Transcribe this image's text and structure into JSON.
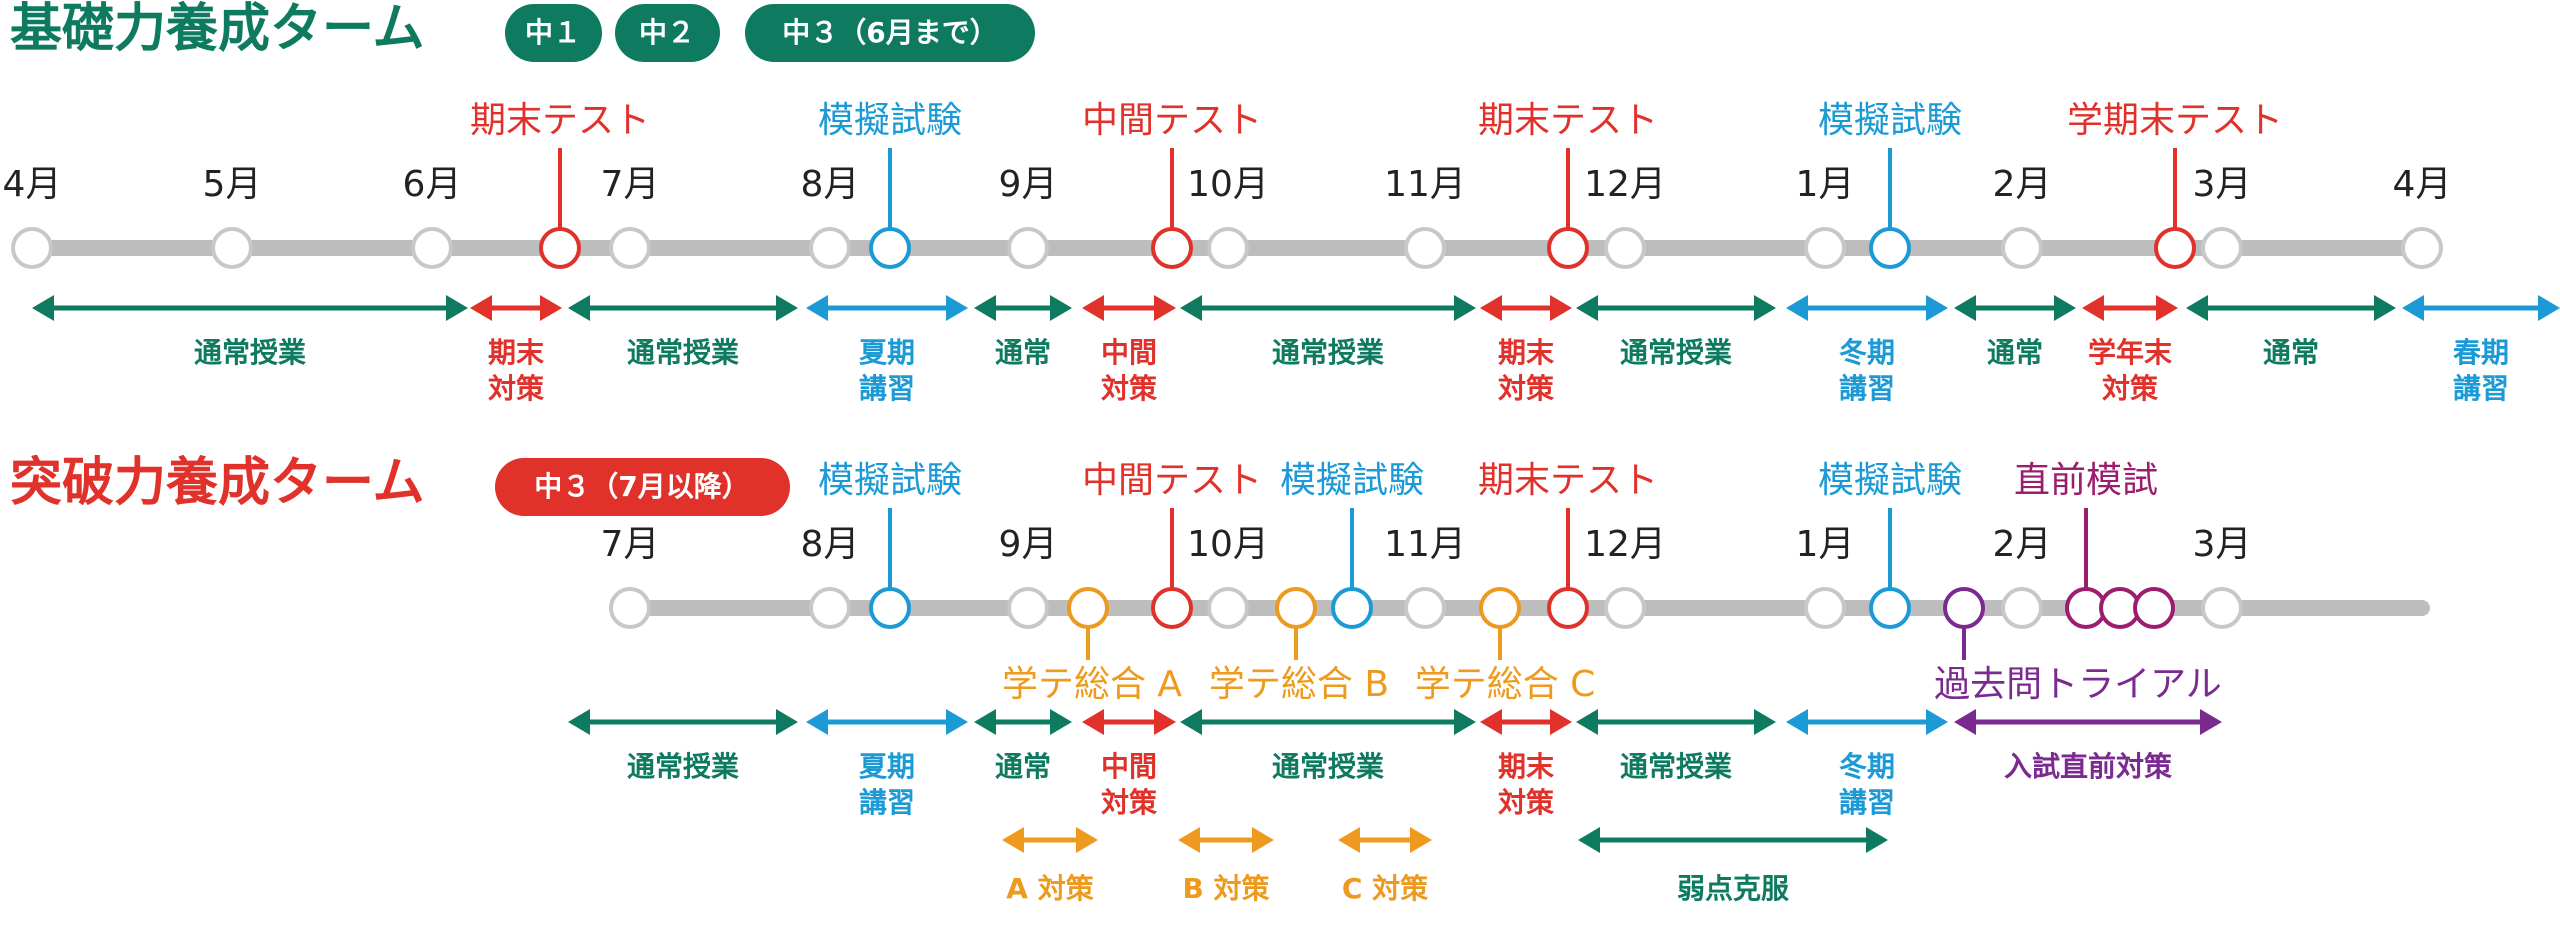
{
  "colors": {
    "green": "#0E7A60",
    "red": "#E0322B",
    "blue": "#1C9AD6",
    "orange": "#EE9A1E",
    "purple": "#7B2A90",
    "magenta": "#9B1E6E",
    "track": "#BDBDBD",
    "node": "#C8C8C8",
    "text": "#222222"
  },
  "section1": {
    "title": "基礎力養成ターム",
    "badges": [
      "中１",
      "中２",
      "中３（6月まで）"
    ],
    "months": [
      "4月",
      "5月",
      "6月",
      "7月",
      "8月",
      "9月",
      "10月",
      "11月",
      "12月",
      "1月",
      "2月",
      "3月",
      "4月"
    ],
    "events": [
      {
        "label": "期末テスト",
        "color": "red"
      },
      {
        "label": "模擬試験",
        "color": "blue"
      },
      {
        "label": "中間テスト",
        "color": "red"
      },
      {
        "label": "期末テスト",
        "color": "red"
      },
      {
        "label": "模擬試験",
        "color": "blue"
      },
      {
        "label": "学期末テスト",
        "color": "red"
      }
    ],
    "periods": [
      {
        "label": "通常授業",
        "color": "green"
      },
      {
        "label": "期末\n対策",
        "color": "red"
      },
      {
        "label": "通常授業",
        "color": "green"
      },
      {
        "label": "夏期\n講習",
        "color": "blue"
      },
      {
        "label": "通常",
        "color": "green"
      },
      {
        "label": "中間\n対策",
        "color": "red"
      },
      {
        "label": "通常授業",
        "color": "green"
      },
      {
        "label": "期末\n対策",
        "color": "red"
      },
      {
        "label": "通常授業",
        "color": "green"
      },
      {
        "label": "冬期\n講習",
        "color": "blue"
      },
      {
        "label": "通常",
        "color": "green"
      },
      {
        "label": "学年末\n対策",
        "color": "red"
      },
      {
        "label": "通常",
        "color": "green"
      },
      {
        "label": "春期\n講習",
        "color": "blue"
      }
    ]
  },
  "section2": {
    "title": "突破力養成ターム",
    "badge": "中３（7月以降）",
    "months": [
      "7月",
      "8月",
      "9月",
      "10月",
      "11月",
      "12月",
      "1月",
      "2月",
      "3月"
    ],
    "events_top": [
      {
        "label": "模擬試験",
        "color": "blue"
      },
      {
        "label": "中間テスト",
        "color": "red"
      },
      {
        "label": "模擬試験",
        "color": "blue"
      },
      {
        "label": "期末テスト",
        "color": "red"
      },
      {
        "label": "模擬試験",
        "color": "blue"
      },
      {
        "label": "直前模試",
        "color": "magenta"
      }
    ],
    "events_bottom": [
      {
        "label": "学テ総合 A",
        "color": "orange"
      },
      {
        "label": "学テ総合 B",
        "color": "orange"
      },
      {
        "label": "学テ総合 C",
        "color": "orange"
      },
      {
        "label": "過去問トライアル",
        "color": "purple"
      }
    ],
    "periods": [
      {
        "label": "通常授業",
        "color": "green"
      },
      {
        "label": "夏期\n講習",
        "color": "blue"
      },
      {
        "label": "通常",
        "color": "green"
      },
      {
        "label": "中間\n対策",
        "color": "red"
      },
      {
        "label": "通常授業",
        "color": "green"
      },
      {
        "label": "期末\n対策",
        "color": "red"
      },
      {
        "label": "通常授業",
        "color": "green"
      },
      {
        "label": "冬期\n講習",
        "color": "blue"
      },
      {
        "label": "入試直前対策",
        "color": "purple"
      }
    ],
    "sub_periods": [
      {
        "label": "A 対策",
        "color": "orange"
      },
      {
        "label": "B 対策",
        "color": "orange"
      },
      {
        "label": "C 対策",
        "color": "orange"
      },
      {
        "label": "弱点克服",
        "color": "green"
      }
    ]
  }
}
